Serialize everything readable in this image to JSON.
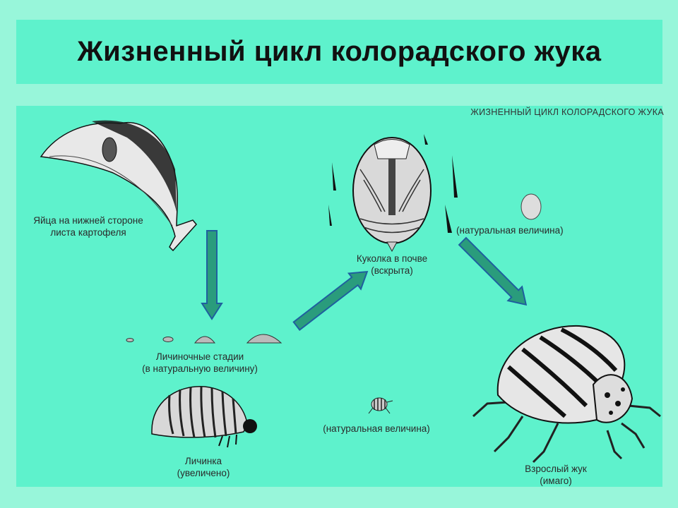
{
  "slide": {
    "title": "Жизненный цикл колорадского жука"
  },
  "diagram": {
    "header": "ЖИЗНЕННЫЙ ЦИКЛ КОЛОРАДСКОГО ЖУКА",
    "eggs": {
      "line1": "Яйца на нижней стороне",
      "line2": "листа картофеля"
    },
    "larval_stages": {
      "line1": "Личиночные стадии",
      "line2": "(в натуральную величину)"
    },
    "larva": {
      "line1": "Личинка",
      "line2": "(увеличено)"
    },
    "pupa": {
      "line1": "Куколка в почве",
      "line2": "(вскрыта)"
    },
    "pupa_natural_size": "(натуральная величина)",
    "beetle_natural_size": "(натуральная величина)",
    "adult": {
      "line1": "Взрослый жук",
      "line2": "(имаго)"
    },
    "colors": {
      "arrow_fill": "#2a9c7c",
      "arrow_stroke": "#1f5f9e",
      "panel": "#5ef2cc",
      "background": "#98f6da"
    }
  }
}
